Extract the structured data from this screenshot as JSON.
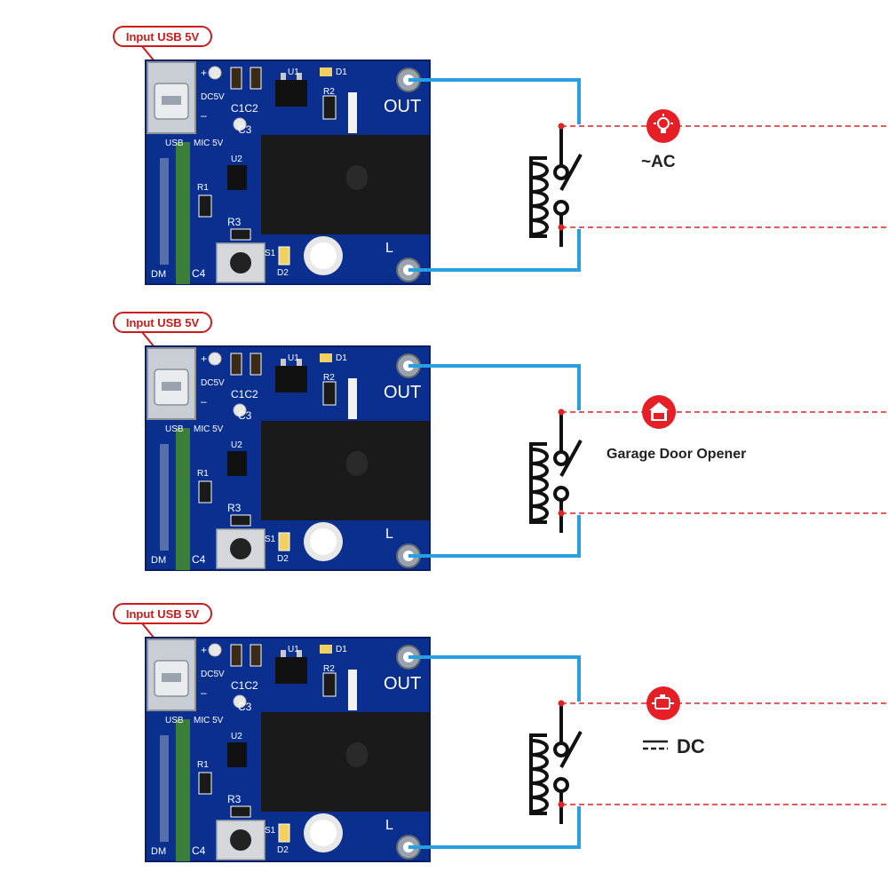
{
  "colors": {
    "board": "#0b2f8f",
    "board_dark": "#061f66",
    "wire": "#2a9fe0",
    "load_line": "#e12323",
    "relay_body": "#1a1a1a",
    "badge": "#e61e25",
    "terminal": "#9aa3ad"
  },
  "board": {
    "input_tag": "Input USB 5V",
    "out_label": "OUT",
    "l_label": "L",
    "silkscreen": {
      "plus": "+",
      "minus": "–",
      "dc5v": "DC5V",
      "usb": "USB",
      "mic5v": "MIC 5V",
      "c1c2": "C1C2",
      "c3": "C3",
      "u1": "U1",
      "u2": "U2",
      "r1": "R1",
      "r2": "R2",
      "r3": "R3",
      "d1": "D1",
      "d2": "D2",
      "s1": "S1",
      "c4": "C4",
      "dm": "DM"
    }
  },
  "circuits": [
    {
      "label": "~AC",
      "icon": "light-bulb-icon"
    },
    {
      "label": "Garage Door Opener",
      "icon": "garage-icon"
    },
    {
      "label": "DC",
      "icon": "engine-icon",
      "symbol": "dc-symbol-icon"
    }
  ]
}
